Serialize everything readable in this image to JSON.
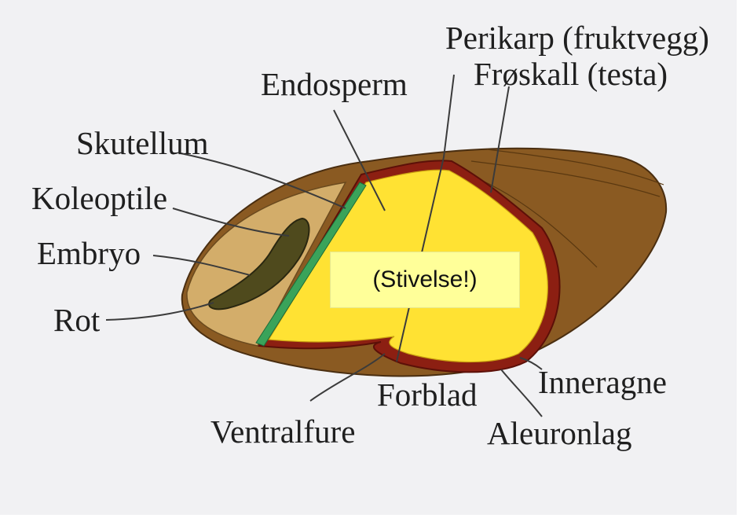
{
  "diagram": {
    "labels": {
      "perikarp": "Perikarp (fruktvegg)",
      "froskall": "Frøskall (testa)",
      "endosperm": "Endosperm",
      "skutellum": "Skutellum",
      "koleoptile": "Koleoptile",
      "embryo": "Embryo",
      "rot": "Rot",
      "inneragne": "Inneragne",
      "forblad": "Forblad",
      "ventralfure": "Ventralfure",
      "aleuronlag": "Aleuronlag"
    },
    "callout": "(Stivelse!)",
    "colors": {
      "husk": "#8a5a22",
      "endosperm": "#ffe233",
      "scutellum": "#3aa35a",
      "embryo": "#4f4a1d",
      "aleurone": "#8c1f12",
      "callout_bg": "#ffff99"
    }
  }
}
